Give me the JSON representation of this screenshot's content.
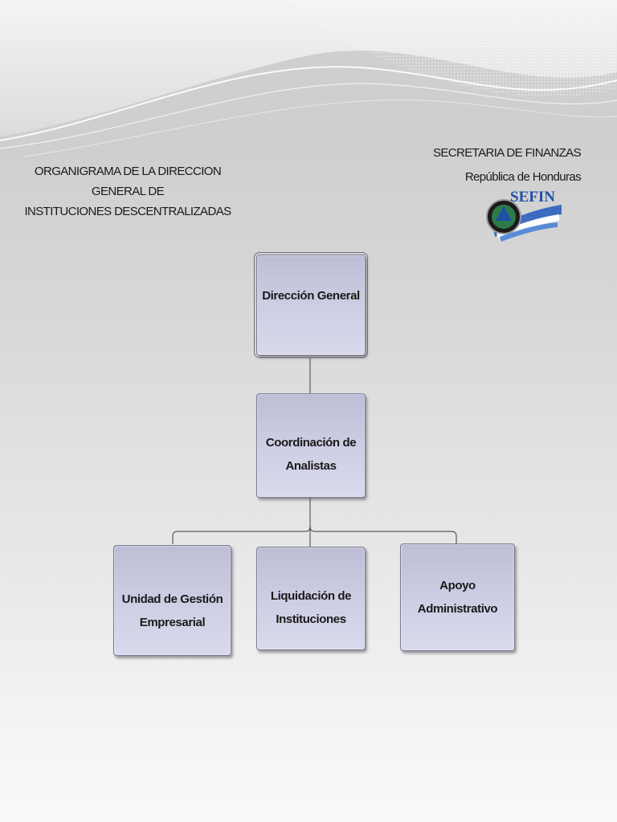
{
  "header": {
    "title_lines": [
      "ORGANIGRAMA  DE LA DIRECCION GENERAL DE",
      "INSTITUCIONES DESCENTRALIZADAS"
    ],
    "organization": "SECRETARIA DE FINANZAS",
    "country": "República de Honduras",
    "logo_text": "SEFIN"
  },
  "nodes": {
    "direccion_general": {
      "lines": [
        "Dirección General"
      ]
    },
    "coordinacion": {
      "lines": [
        "Coordinación de",
        "Analistas"
      ]
    },
    "unidad_gestion": {
      "lines": [
        "Unidad de Gestión",
        "Empresarial"
      ]
    },
    "liquidacion": {
      "lines": [
        "Liquidación de",
        "Instituciones"
      ]
    },
    "apoyo": {
      "lines": [
        "Apoyo Administrativo"
      ]
    }
  },
  "colors": {
    "box_fill": "#cbcbe2",
    "box_border": "#7b7b8f",
    "connector": "#5a5a5a",
    "logo_blue": "#1f4fa8"
  }
}
